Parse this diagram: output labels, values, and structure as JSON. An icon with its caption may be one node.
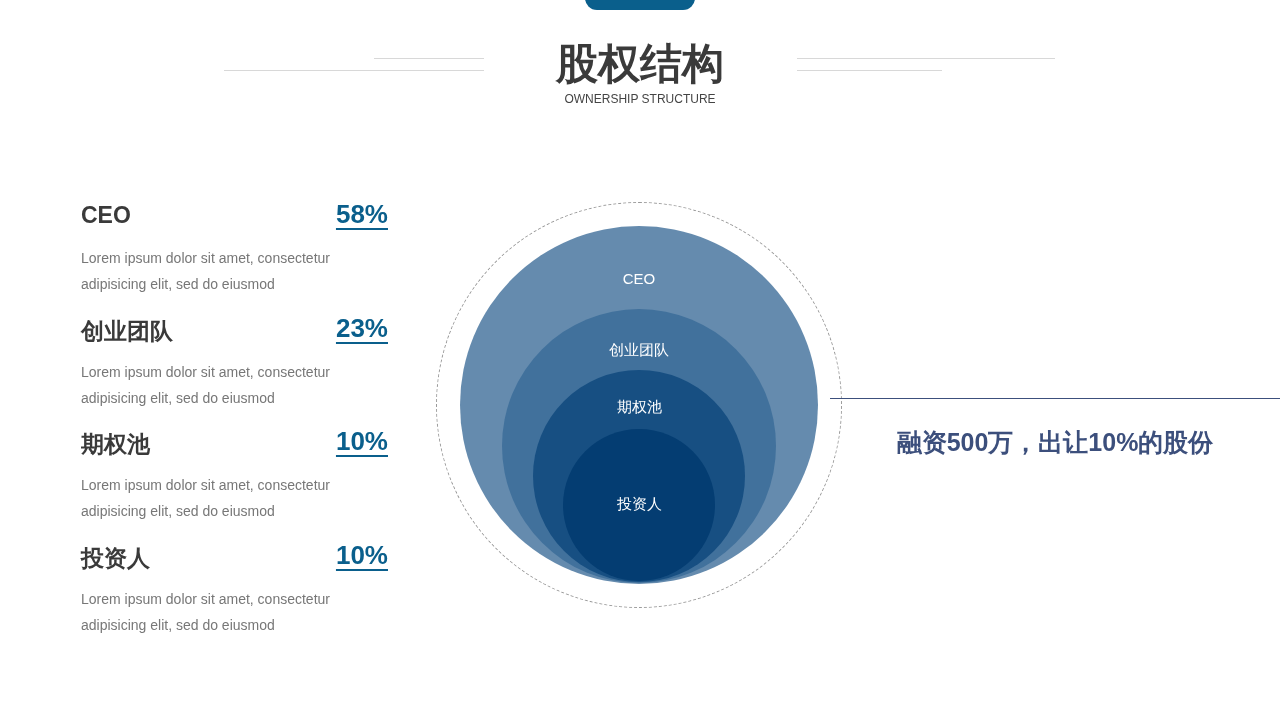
{
  "diagram": {
    "title": "股权结构",
    "nodes": [
      {
        "text": [],
        "shape": "circle"
      },
      {
        "text": [
          "CEO"
        ],
        "in": 0
      },
      {
        "text": [
          "创业团队"
        ],
        "in": 1
      },
      {
        "text": [
          "期权池"
        ],
        "in": 2
      },
      {
        "text": [
          "投资人"
        ],
        "in": 3
      }
    ],
    "labels": [
      "OWNERSHIP STRUCTURE",
      "CEO",
      "58%",
      "Lorem ipsum dolor sit amet, consectetur adipisicing elit, sed do eiusmod",
      "创业团队",
      "23%",
      "Lorem ipsum dolor sit amet, consectetur adipisicing elit, sed do eiusmod",
      "期权池",
      "10%",
      "Lorem ipsum dolor sit amet, consectetur adipisicing elit, sed do eiusmod",
      "投资人",
      "10%",
      "Lorem ipsum dolor sit amet, consectetur adipisicing elit, sed do eiusmod",
      "融资500万，出让10%的股份"
    ]
  }
}
